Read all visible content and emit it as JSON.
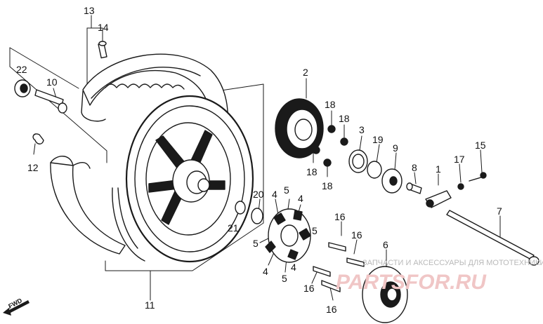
{
  "callouts": [
    {
      "id": "c13",
      "text": "13"
    },
    {
      "id": "c14",
      "text": "14"
    },
    {
      "id": "c22",
      "text": "22"
    },
    {
      "id": "c10",
      "text": "10"
    },
    {
      "id": "c12",
      "text": "12"
    },
    {
      "id": "c11",
      "text": "11"
    },
    {
      "id": "c2",
      "text": "2"
    },
    {
      "id": "c18a",
      "text": "18"
    },
    {
      "id": "c18b",
      "text": "18"
    },
    {
      "id": "c18c",
      "text": "18"
    },
    {
      "id": "c18d",
      "text": "18"
    },
    {
      "id": "c3",
      "text": "3"
    },
    {
      "id": "c19",
      "text": "19"
    },
    {
      "id": "c9",
      "text": "9"
    },
    {
      "id": "c8",
      "text": "8"
    },
    {
      "id": "c1",
      "text": "1"
    },
    {
      "id": "c17",
      "text": "17"
    },
    {
      "id": "c15",
      "text": "15"
    },
    {
      "id": "c7",
      "text": "7"
    },
    {
      "id": "c20",
      "text": "20"
    },
    {
      "id": "c21",
      "text": "21"
    },
    {
      "id": "c4a",
      "text": "4"
    },
    {
      "id": "c5a",
      "text": "5"
    },
    {
      "id": "c4b",
      "text": "4"
    },
    {
      "id": "c5b",
      "text": "5"
    },
    {
      "id": "c5c",
      "text": "5"
    },
    {
      "id": "c4c",
      "text": "4"
    },
    {
      "id": "c4d",
      "text": "4"
    },
    {
      "id": "c5d",
      "text": "5"
    },
    {
      "id": "c16a",
      "text": "16"
    },
    {
      "id": "c16b",
      "text": "16"
    },
    {
      "id": "c16c",
      "text": "16"
    },
    {
      "id": "c16d",
      "text": "16"
    },
    {
      "id": "c6",
      "text": "6"
    }
  ],
  "watermark": {
    "text": "ЗАПЧАСТИ И АКСЕССУАРЫ ДЛЯ МОТОТЕХНИКИ",
    "logo": "PARTSFOR.RU"
  },
  "fwd_label": "FWD",
  "colors": {
    "ink": "#1a1a1a",
    "watermark": "#b9b9b9",
    "logo": "#f0c6c6"
  }
}
